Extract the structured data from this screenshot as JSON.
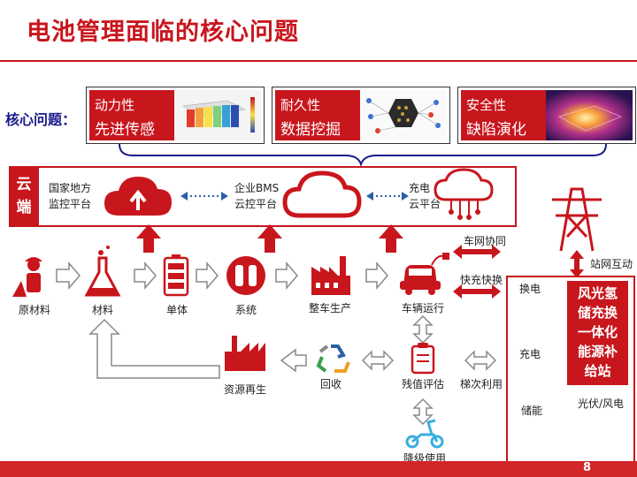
{
  "title": "电池管理面临的核心问题",
  "core_label": "核心问题：",
  "issues": [
    {
      "t1": "动力性",
      "t2": "先进传感"
    },
    {
      "t1": "耐久性",
      "t2": "数据挖掘"
    },
    {
      "t1": "安全性",
      "t2": "缺陷演化"
    }
  ],
  "cloud": {
    "tag_line1": "云",
    "tag_line2": "端",
    "nodes": [
      {
        "line1": "国家地方",
        "line2": "监控平台"
      },
      {
        "line1": "企业BMS",
        "line2": "云控平台"
      },
      {
        "line1": "充电",
        "line2": "云平台"
      }
    ]
  },
  "chain": {
    "raw": "原材料",
    "material": "材料",
    "cell": "单体",
    "system": "系统",
    "vehicle_prod": "整车生产",
    "vehicle_op": "车辆运行",
    "recycle_regen": "资源再生",
    "recycle": "回收",
    "residual": "残值评估",
    "cascade": "梯次利用",
    "downgrade": "降级使用"
  },
  "links": {
    "v2g": "车网协同",
    "fast": "快充快换",
    "grid": "站网互动"
  },
  "station": {
    "title_lines": [
      "风光氢",
      "储充换",
      "一体化",
      "能源补",
      "给站"
    ],
    "swap": "换电",
    "charge": "充电",
    "storage": "储能",
    "pv_wind": "光伏/风电"
  },
  "page_number": "8",
  "colors": {
    "accent": "#c8161d",
    "arrow_gray": "#888888",
    "blue": "#1a1a8c"
  }
}
